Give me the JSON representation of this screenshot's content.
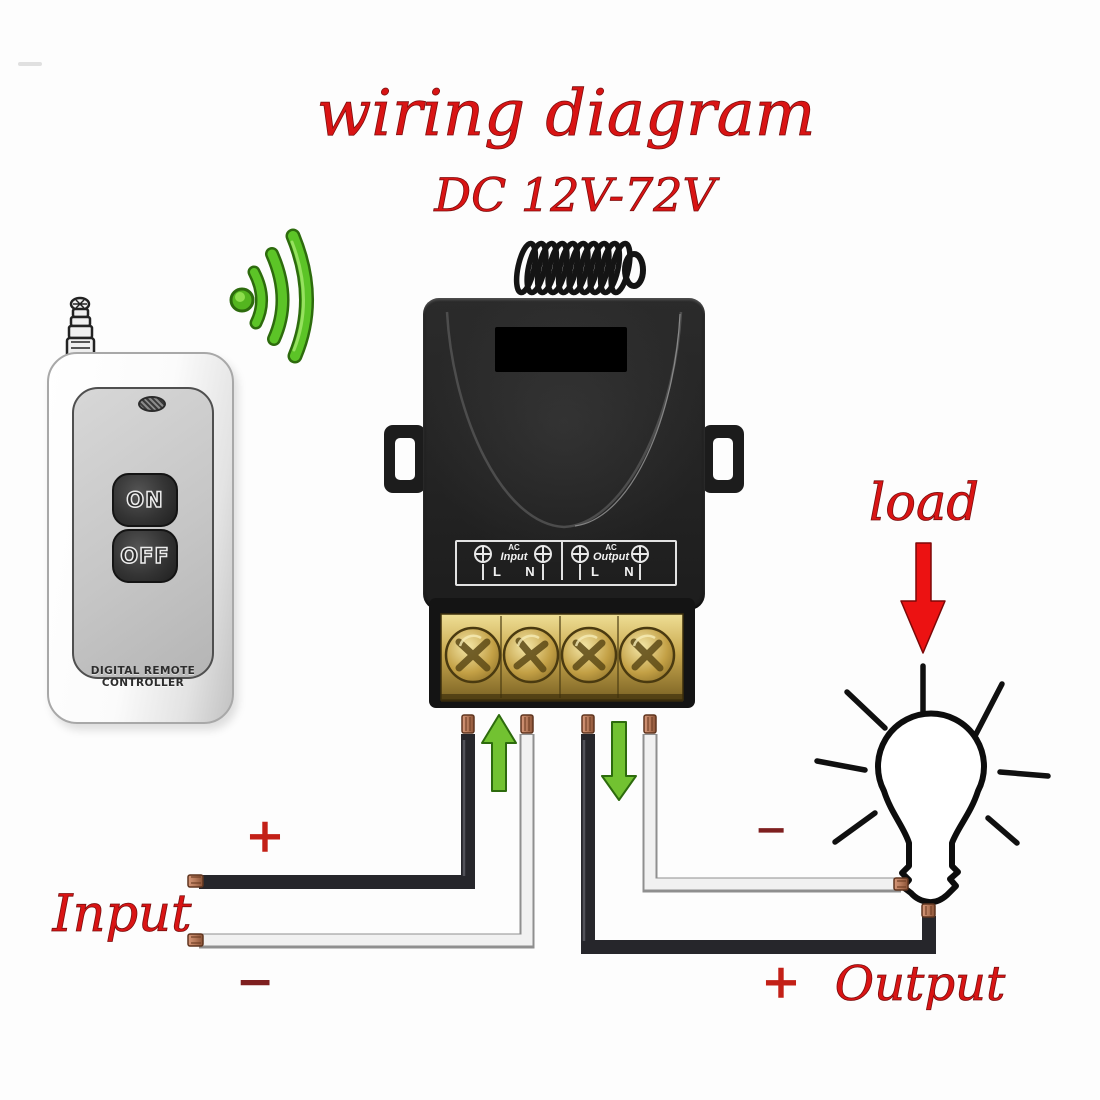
{
  "title": "wiring diagram",
  "subtitle": "DC 12V-72V",
  "remote": {
    "on_label": "ON",
    "off_label": "OFF",
    "brand_line1": "DIGITAL REMOTE",
    "brand_line2": "CONTROLLER"
  },
  "receiver": {
    "input_group": {
      "line1": "AC",
      "line2": "Input"
    },
    "output_group": {
      "line1": "AC",
      "line2": "Output"
    },
    "terminals": [
      "L",
      "N",
      "L",
      "N"
    ]
  },
  "labels": {
    "load": "load",
    "input": "Input",
    "output": "Output",
    "input_plus": "+",
    "input_minus": "−",
    "output_plus": "+",
    "output_minus": "−"
  },
  "colors": {
    "title_red": "#d91414",
    "annotation_red": "#c21616",
    "signal_green": "#6cc52d",
    "arrow_red": "#ec1212",
    "terminal_gold": "#c9a94f",
    "wire_black": "#26262b",
    "wire_white": "#f1f1f1",
    "receiver_black": "#232323"
  }
}
